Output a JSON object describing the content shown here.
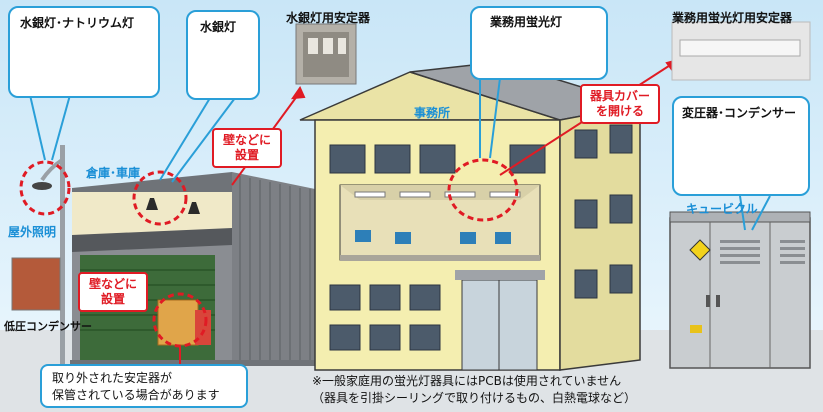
{
  "labels": {
    "mercury_sodium": "水銀灯･ナトリウム灯",
    "mercury": "水銀灯",
    "mercury_ballast": "水銀灯用安定器",
    "fluorescent": "業務用蛍光灯",
    "fluorescent_ballast": "業務用蛍光灯用安定器",
    "transformer": "変圧器･コンデンサー",
    "cubicle": "キュービクル",
    "office": "事務所",
    "warehouse": "倉庫･車庫",
    "outdoor_light": "屋外照明",
    "low_voltage_capacitor": "低圧コンデンサー"
  },
  "red_labels": {
    "wall_top_line1": "壁などに",
    "wall_top_line2": "設置",
    "wall_left_line1": "壁などに",
    "wall_left_line2": "設置",
    "cover_line1": "器具カバー",
    "cover_line2": "を開ける"
  },
  "notes": {
    "removed_line1": "取り外された安定器が",
    "removed_line2": "保管されている場合があります",
    "pcb_line1": "※一般家庭用の蛍光灯器具にはPCBは使用されていません",
    "pcb_line2": "（器具を引掛シーリングで取り付けるもの、白熱電球など）"
  },
  "colors": {
    "sky_top": "#c9e6f7",
    "sky_bottom": "#eaf6fd",
    "callout_border": "#2a9fd8",
    "label_blue": "#1a8fd6",
    "red": "#e01b24",
    "office_wall": "#f4eeb0",
    "warehouse_wall": "#8a8d92",
    "cubicle": "#c9cdd0"
  }
}
